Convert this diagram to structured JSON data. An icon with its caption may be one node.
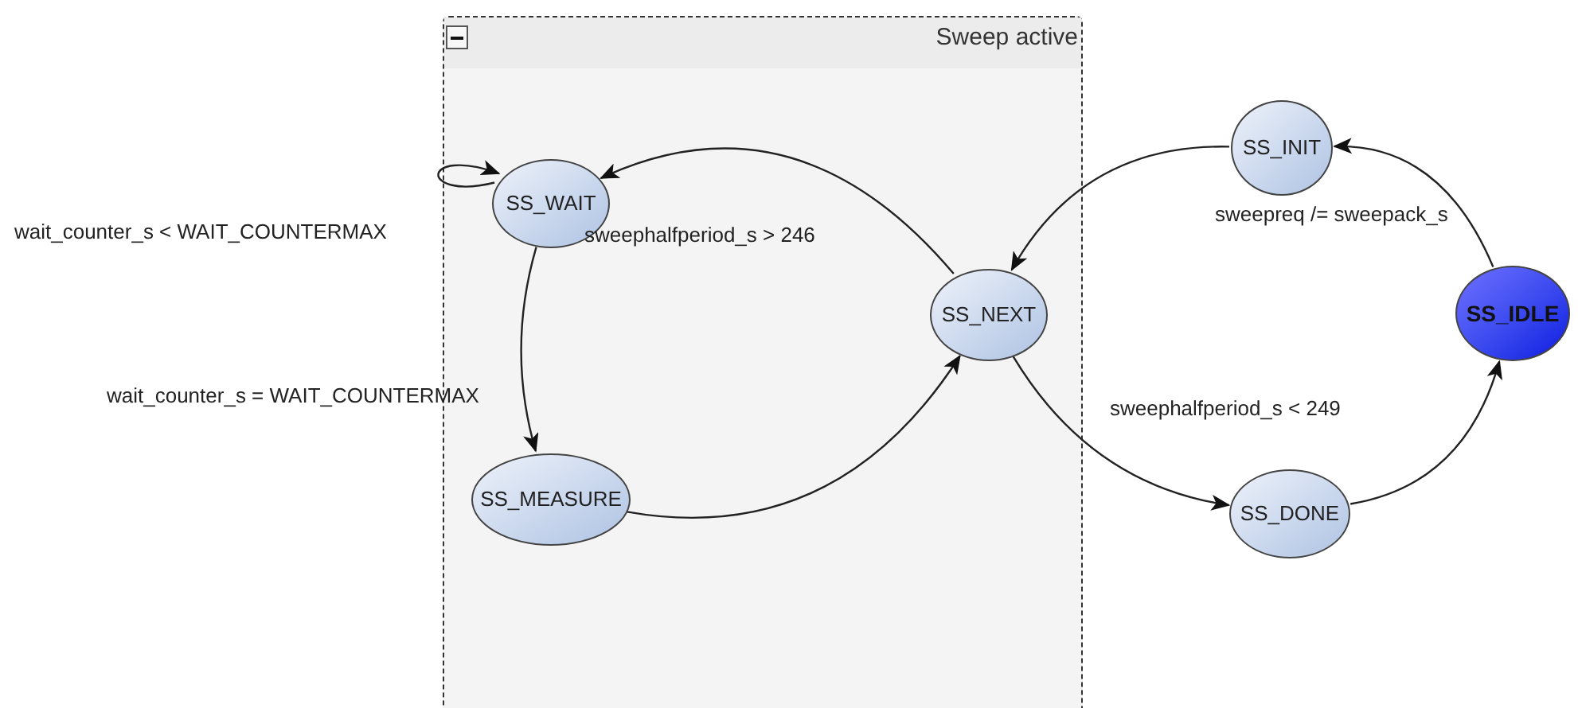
{
  "diagram": {
    "nodes": [
      {
        "text": [
          "Sweep active"
        ]
      },
      {
        "text": [
          "SS_WAIT"
        ],
        "in": 0
      },
      {
        "text": [
          "SS_MEASURE"
        ],
        "in": 0
      },
      {
        "text": [
          "SS_NEXT"
        ],
        "in": 0
      },
      {
        "text": [
          "SS_INIT"
        ]
      },
      {
        "text": [
          "SS_DONE"
        ]
      },
      {
        "text": [
          "SS_IDLE"
        ]
      }
    ],
    "edges": [
      {
        "from": 1,
        "to": 1,
        "arrow": "to",
        "label": "wait_counter_s < WAIT_COUNTERMAX"
      },
      {
        "from": 1,
        "to": 2,
        "arrow": "to",
        "label": "wait_counter_s = WAIT_COUNTERMAX"
      },
      {
        "from": 2,
        "to": 3,
        "arrow": "to"
      },
      {
        "from": 3,
        "to": 1,
        "arrow": "to",
        "label": "sweephalfperiod_s > 246"
      },
      {
        "from": 4,
        "to": 3,
        "arrow": "to"
      },
      {
        "from": 6,
        "to": 4,
        "arrow": "to",
        "label": "sweepreq /= sweepack_s"
      },
      {
        "from": 3,
        "to": 5,
        "arrow": "to",
        "label": "sweephalfperiod_s < 249"
      },
      {
        "from": 5,
        "to": 6,
        "arrow": "to"
      }
    ]
  }
}
